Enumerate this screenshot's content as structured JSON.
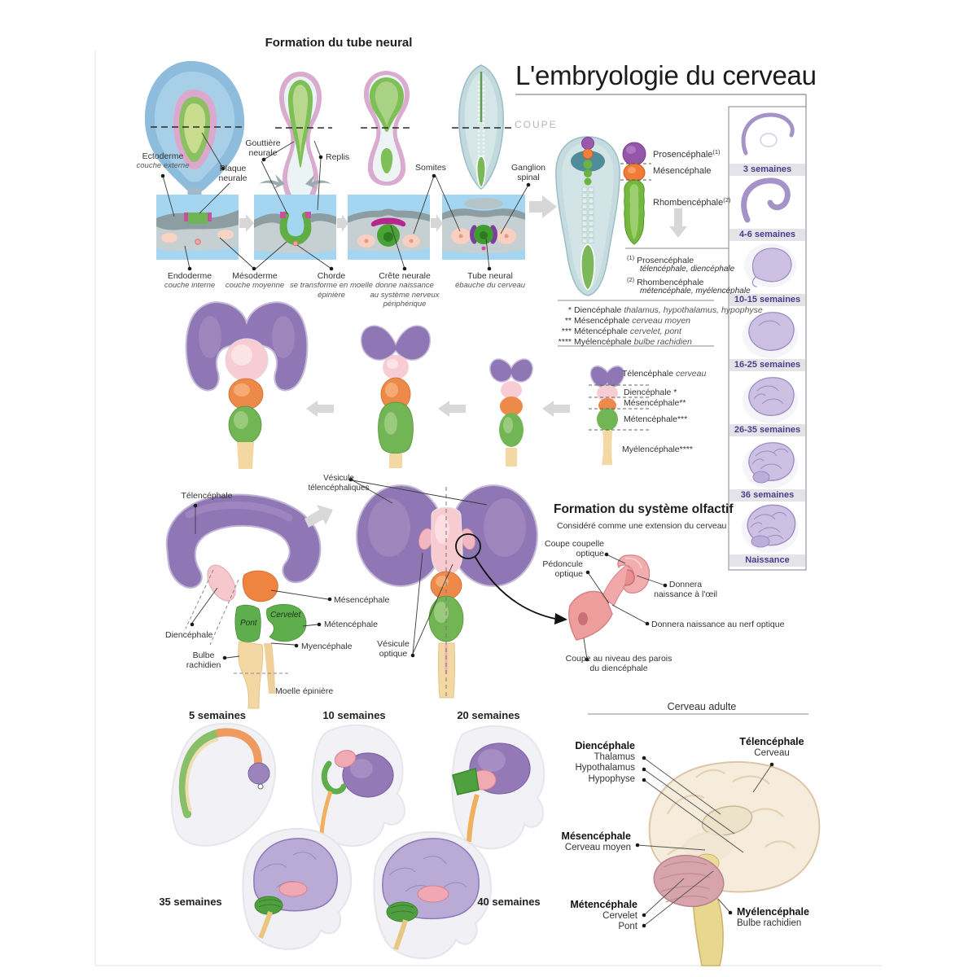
{
  "title": "L'embryologie du cerveau",
  "coupe": "COUPE",
  "neural_tube": {
    "title": "Formation du tube neural",
    "ectoderme": "Ectoderme",
    "ectoderme_sub": "couche externe",
    "plaque_neurale": "Plaque neurale",
    "gouttiere_neurale": "Gouttière neurale",
    "replis": "Replis",
    "somites": "Somites",
    "ganglion_spinal": "Ganglion spinal",
    "endoderme": "Endoderme",
    "endoderme_sub": "couche interne",
    "mesoderme": "Mésoderme",
    "mesoderme_sub": "couche moyenne",
    "chorde": "Chorde",
    "chorde_sub": "se transforme en moelle épinière",
    "crete_neurale": "Crête neurale",
    "crete_sub1": "donne naissance",
    "crete_sub2": "au système nerveux périphérique",
    "tube_neural": "Tube neural",
    "tube_sub": "ébauche du cerveau"
  },
  "primary_vesicles": {
    "prosencephale": "Prosencéphale",
    "prosencephale_marker": "(1)",
    "mesencephale": "Mésencéphale",
    "rhombencephale": "Rhombencéphale",
    "rhombencephale_marker": "(2)",
    "footnotes": [
      {
        "marker": "(1)",
        "name": "Prosencéphale",
        "detail": "télencéphale, diencéphale"
      },
      {
        "marker": "(2)",
        "name": "Rhombencéphale",
        "detail": "métencéphale, myélencéphale"
      }
    ],
    "notes": [
      {
        "marker": "*",
        "name": "Diencéphale",
        "detail": "thalamus, hypothalamus, hypophyse"
      },
      {
        "marker": "**",
        "name": "Mésencéphale",
        "detail": "cerveau moyen"
      },
      {
        "marker": "***",
        "name": "Métencéphale",
        "detail": "cervelet, pont"
      },
      {
        "marker": "****",
        "name": "Myélencéphale",
        "detail": "bulbe rachidien"
      }
    ]
  },
  "timeline": [
    "3 semaines",
    "4-6 semaines",
    "10-15 semaines",
    "16-25 semaines",
    "26-35 semaines",
    "36 semaines",
    "Naissance"
  ],
  "secondary_vesicles": {
    "telencephale": "Télencéphale",
    "telencephale_sub": "cerveau",
    "diencephale": "Diencéphale *",
    "mesencephale": "Mésencéphale**",
    "metencephale": "Métencéphale***",
    "myelencephale": "Myélencéphale****"
  },
  "sagittal": {
    "telencephale": "Télencéphale",
    "diencephale": "Diencéphale",
    "bulbe_rachidien": "Bulbe rachidien",
    "pont": "Pont",
    "cervelet": "Cervelet",
    "mesencephale": "Mésencéphale",
    "metencephale": "Métencéphale",
    "myencephale": "Myencéphale",
    "moelle_epiniere": "Moelle épinière"
  },
  "frontal": {
    "vesicule_telencephalique": "Vésicule télencéphaliques",
    "vesicule_optique": "Vésicule optique"
  },
  "olfactory": {
    "title": "Formation du système olfactif",
    "subtitle": "Considéré comme une extension du cerveau",
    "coupe_coupelle": "Coupe coupelle optique",
    "pedoncule": "Pédoncule optique",
    "donnera_oeil": "Donnera naissance à l'œil",
    "donnera_nerf": "Donnera naissance au nerf optique",
    "coupe_parois": "Coupe au niveau des parois du diencéphale"
  },
  "fetal_stages": {
    "s5": "5 semaines",
    "s10": "10 semaines",
    "s20": "20 semaines",
    "s35": "35 semaines",
    "s40": "40 semaines"
  },
  "adult_brain": {
    "title": "Cerveau adulte",
    "telencephale": "Télencéphale",
    "telencephale_sub": "Cerveau",
    "diencephale": "Diencéphale",
    "thalamus": "Thalamus",
    "hypothalamus": "Hypothalamus",
    "hypophyse": "Hypophyse",
    "mesencephale": "Mésencéphale",
    "mesencephale_sub": "Cerveau moyen",
    "metencephale": "Métencéphale",
    "cervelet": "Cervelet",
    "pont": "Pont",
    "myelencephale": "Myélencéphale",
    "myelencephale_sub": "Bulbe rachidien"
  },
  "colors": {
    "purple": "#8f76b4",
    "pink": "#f7cdd2",
    "orange": "#ee8a49",
    "green": "#71b554",
    "tan": "#f4d8a4",
    "teal": "#c5dbdf",
    "box_blue": "#a5d6f1",
    "timeline_text": "#4a3d8f",
    "olfactory_pink": "#f0a4a4"
  }
}
